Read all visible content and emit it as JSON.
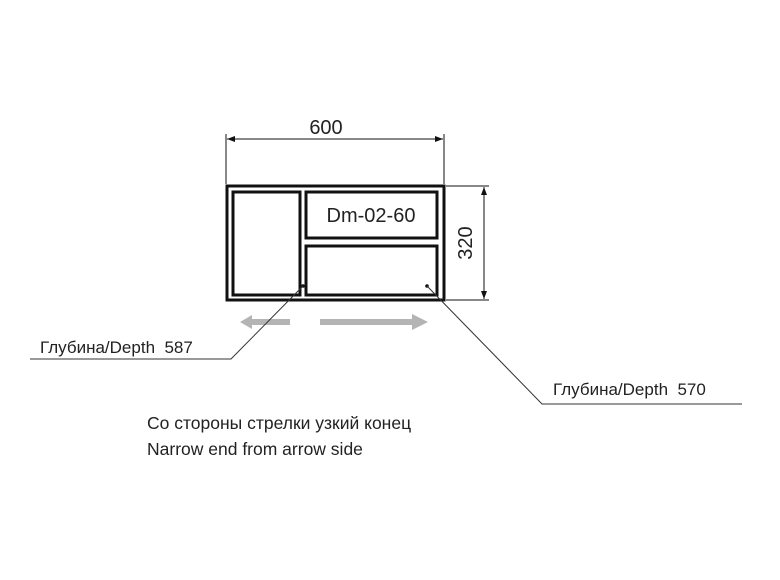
{
  "drawing": {
    "width_dimension": "600",
    "height_dimension": "320",
    "model_label": "Dm-02-60",
    "depth_left_label": "Глубина/Depth  587",
    "depth_right_label": "Глубина/Depth  570",
    "note_ru": "Со стороны стрелки узкий конец",
    "note_en": "Narrow end from arrow side"
  },
  "colors": {
    "line": "#111111",
    "arrow": "#b4b4b4"
  }
}
